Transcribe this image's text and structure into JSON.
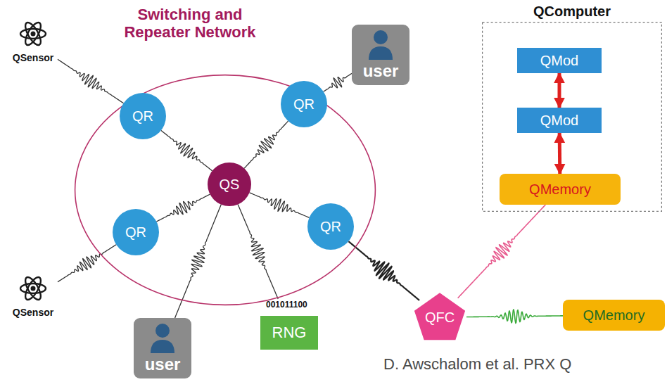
{
  "diagram": {
    "caption": "D. Awschalom et al. PRX Q",
    "nodes": [
      {
        "text": [
          "Switching and Repeater Network"
        ]
      },
      {
        "text": [
          "QSensor"
        ]
      },
      {
        "text": [
          "user"
        ]
      },
      {
        "text": [
          "QComputer"
        ]
      },
      {
        "text": [
          "QMod"
        ],
        "in": 3
      },
      {
        "text": [
          "QMod"
        ],
        "in": 3
      },
      {
        "text": [
          "QMemory"
        ],
        "in": 3
      },
      {
        "text": [
          "QR"
        ],
        "in": 0
      },
      {
        "text": [
          "QR"
        ],
        "in": 0
      },
      {
        "text": [
          "QS"
        ],
        "in": 0
      },
      {
        "text": [
          "QR"
        ],
        "in": 0
      },
      {
        "text": [
          "QR"
        ],
        "in": 0
      },
      {
        "text": [
          "QSensor"
        ]
      },
      {
        "text": [
          "QFC"
        ]
      },
      {
        "text": [
          "QMemory"
        ]
      },
      {
        "text": [
          "001011100",
          "RNG"
        ]
      },
      {
        "text": [
          "user"
        ]
      }
    ],
    "edges": [
      {
        "from": 1,
        "to": 7,
        "arrow": "none"
      },
      {
        "from": 7,
        "to": 9,
        "arrow": "none"
      },
      {
        "from": 8,
        "to": 9,
        "arrow": "none"
      },
      {
        "from": 2,
        "to": 8,
        "arrow": "none"
      },
      {
        "from": 10,
        "to": 9,
        "arrow": "none"
      },
      {
        "from": 11,
        "to": 9,
        "arrow": "none"
      },
      {
        "from": 12,
        "to": 10,
        "arrow": "none"
      },
      {
        "from": 16,
        "to": 9,
        "arrow": "none"
      },
      {
        "from": 15,
        "to": 9,
        "arrow": "none"
      },
      {
        "from": 11,
        "to": 13,
        "arrow": "none"
      },
      {
        "from": 13,
        "to": 6,
        "arrow": "none"
      },
      {
        "from": 13,
        "to": 14,
        "arrow": "none"
      },
      {
        "from": 4,
        "to": 5,
        "arrow": "both"
      },
      {
        "from": 5,
        "to": 6,
        "arrow": "both"
      }
    ]
  }
}
